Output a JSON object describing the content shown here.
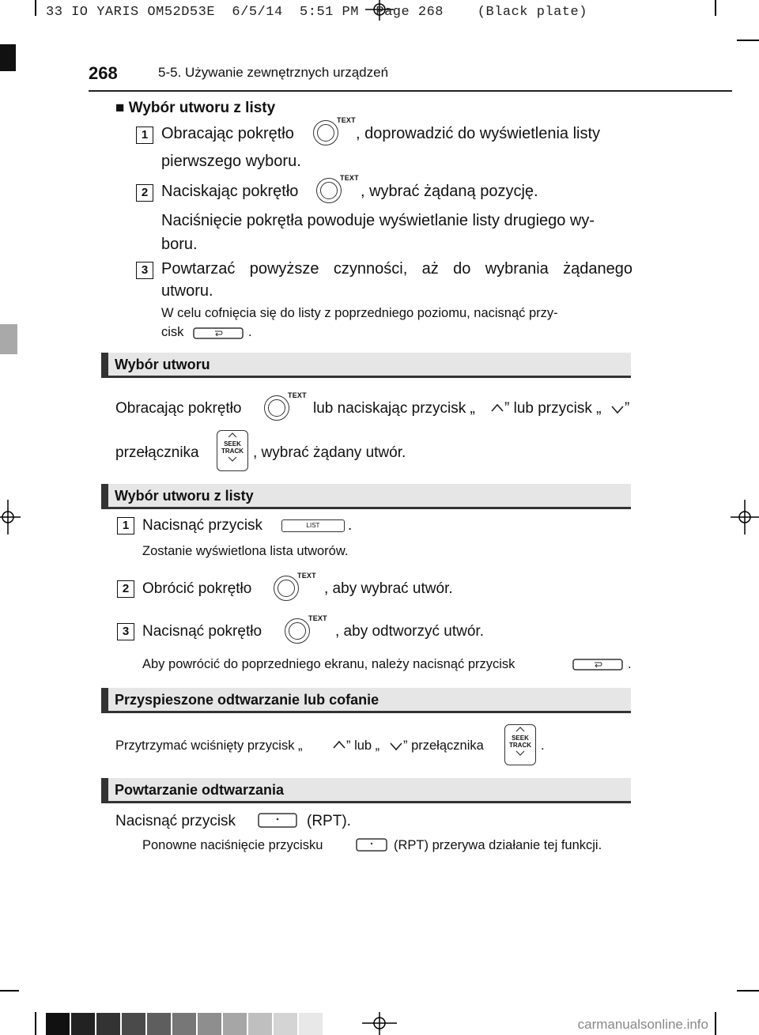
{
  "slug": "33 IO YARIS OM52D53E  6/5/14  5:51 PM  Page 268    (Black plate)",
  "header": {
    "page_number": "268",
    "section_title": "5-5. Używanie zewnętrznych urządzeń"
  },
  "top_section": {
    "title": "Wybór utworu z listy",
    "step1": {
      "num": "1",
      "text_a": "Obracając pokrętło",
      "text_b": ", doprowadzić do wyświetlenia listy",
      "text_c": "pierwszego wyboru."
    },
    "step2": {
      "num": "2",
      "text_a": "Naciskając pokrętło",
      "text_b": ", wybrać żądaną pozycję.",
      "text_c": "Naciśnięcie pokrętła powoduje wyświetlanie listy drugiego wy-",
      "text_d": "boru."
    },
    "step3": {
      "num": "3",
      "text_a": "Powtarzać powyższe czynności, aż do wybrania żądanego",
      "text_b": "utworu."
    },
    "note_a": "W celu cofnięcia się do listy z poprzedniego poziomu, nacisnąć przy-",
    "note_b": "cisk",
    "note_c": "."
  },
  "section1": {
    "title": "Wybór utworu",
    "line1_a": "Obracając pokrętło",
    "line1_b": "lub naciskając przycisk „",
    "line1_c": "” lub przycisk „",
    "line1_d": "”",
    "line2_a": "przełącznika",
    "line2_b": ", wybrać żądany utwór."
  },
  "section2": {
    "title": "Wybór utworu z listy",
    "step1": {
      "num": "1",
      "text_a": "Nacisnąć przycisk",
      "text_b": ".",
      "note": "Zostanie wyświetlona lista utworów."
    },
    "step2": {
      "num": "2",
      "text_a": "Obrócić pokrętło",
      "text_b": ", aby wybrać utwór."
    },
    "step3": {
      "num": "3",
      "text_a": "Nacisnąć pokrętło",
      "text_b": ", aby odtworzyć utwór.",
      "note_a": "Aby powrócić do poprzedniego ekranu, należy nacisnąć przycisk",
      "note_b": "."
    }
  },
  "section3": {
    "title": "Przyspieszone odtwarzanie lub cofanie",
    "text_a": "Przytrzymać wciśnięty przycisk „",
    "text_b": "” lub „",
    "text_c": "” przełącznika",
    "text_d": "."
  },
  "section4": {
    "title": "Powtarzanie odtwarzania",
    "text_a": "Nacisnąć przycisk",
    "text_b": "(RPT).",
    "note_a": "Ponowne naciśnięcie przycisku",
    "note_b": "(RPT) przerywa działanie tej funkcji."
  },
  "icons": {
    "knob_label": "TEXT",
    "list_label": "LIST",
    "seek_top": "SEEK",
    "seek_bottom": "TRACK"
  },
  "watermark": "carmanualsonline.info",
  "colors": {
    "bar_bg": "#e6e6e6",
    "bar_accent": "#333333",
    "gauge": [
      "#111111",
      "#222222",
      "#333333",
      "#4a4a4a",
      "#5e5e5e",
      "#777777",
      "#8e8e8e",
      "#a6a6a6",
      "#bfbfbf",
      "#d4d4d4",
      "#e8e8e8"
    ]
  }
}
